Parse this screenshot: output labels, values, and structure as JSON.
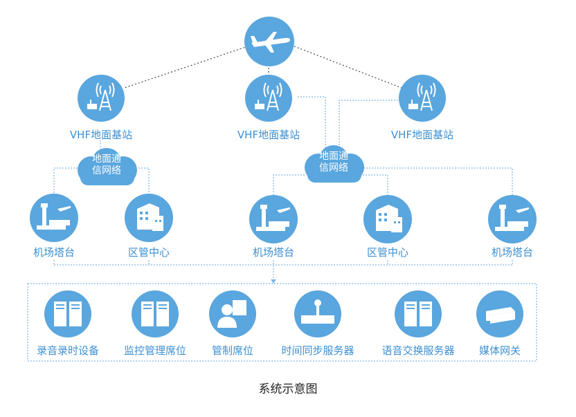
{
  "diagram": {
    "aircraft": {
      "icon": "airplane-icon"
    },
    "base_stations": [
      {
        "label": "VHF地面基站",
        "icon": "radio-tower-icon"
      },
      {
        "label": "VHF地面基站",
        "icon": "radio-tower-icon"
      },
      {
        "label": "VHF地面基站",
        "icon": "radio-tower-icon"
      }
    ],
    "clouds": [
      {
        "line1": "地面通",
        "line2": "信网络"
      },
      {
        "line1": "地面通",
        "line2": "信网络"
      }
    ],
    "ground_nodes": [
      {
        "label": "机场塔台",
        "icon": "control-tower-icon"
      },
      {
        "label": "区管中心",
        "icon": "building-icon"
      },
      {
        "label": "机场塔台",
        "icon": "control-tower-icon"
      },
      {
        "label": "区管中心",
        "icon": "building-icon"
      },
      {
        "label": "机场塔台",
        "icon": "control-tower-icon"
      }
    ],
    "system_devices": [
      {
        "label": "录音录时设备",
        "icon": "server-icon"
      },
      {
        "label": "监控管理席位",
        "icon": "server-icon"
      },
      {
        "label": "管制席位",
        "icon": "operator-workstation-icon"
      },
      {
        "label": "时间同步服务器",
        "icon": "time-server-icon"
      },
      {
        "label": "语音交换服务器",
        "icon": "server-icon"
      },
      {
        "label": "媒体网关",
        "icon": "media-gateway-icon"
      }
    ],
    "caption": "系统示意图",
    "colors": {
      "node_fill": "#5aa6de",
      "label": "#3c8fd2",
      "link_dotted": "#444444",
      "link_dashed": "#7fb6e2"
    }
  }
}
